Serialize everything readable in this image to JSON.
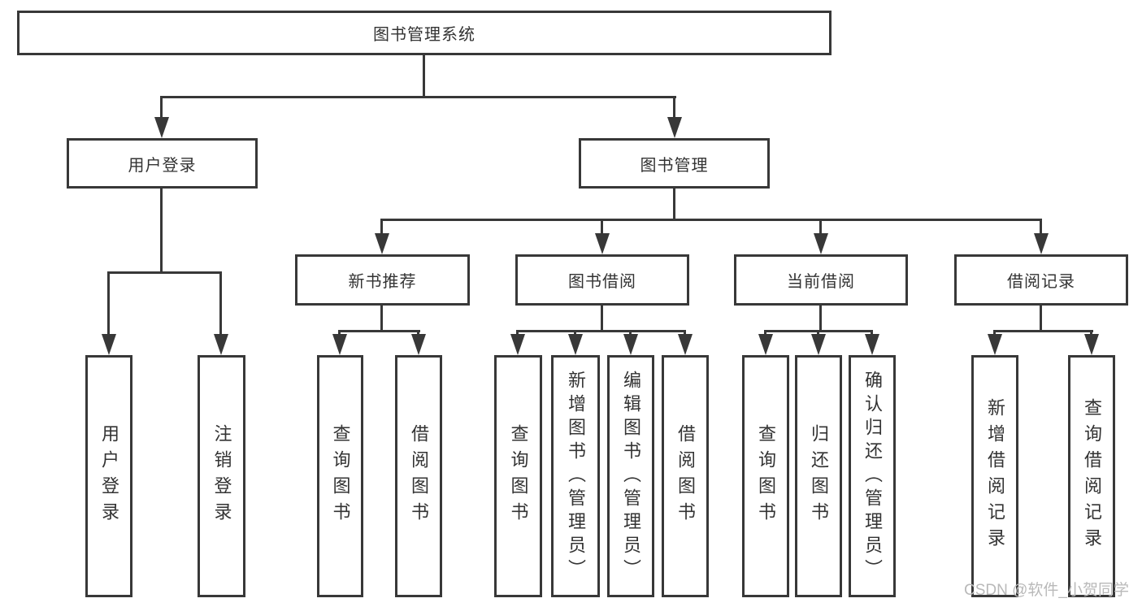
{
  "tree": {
    "label": "图书管理系统",
    "children": [
      {
        "label": "用户登录",
        "children": [
          {
            "label": "用户登录"
          },
          {
            "label": "注销登录"
          }
        ]
      },
      {
        "label": "图书管理",
        "children": [
          {
            "label": "新书推荐",
            "children": [
              {
                "label": "查询图书"
              },
              {
                "label": "借阅图书"
              }
            ]
          },
          {
            "label": "图书借阅",
            "children": [
              {
                "label": "查询图书"
              },
              {
                "label": "新增图书（管理员）"
              },
              {
                "label": "编辑图书（管理员）"
              },
              {
                "label": "借阅图书"
              }
            ]
          },
          {
            "label": "当前借阅",
            "children": [
              {
                "label": "查询图书"
              },
              {
                "label": "归还图书"
              },
              {
                "label": "确认归还（管理员）"
              }
            ]
          },
          {
            "label": "借阅记录",
            "children": [
              {
                "label": "新增借阅记录"
              },
              {
                "label": "查询借阅记录"
              }
            ]
          }
        ]
      }
    ]
  },
  "watermark": "CSDN @软件_小贺同学",
  "colors": {
    "line": "#383838",
    "text": "#333333",
    "watermark": "#b9b9b9",
    "background": "#ffffff"
  }
}
